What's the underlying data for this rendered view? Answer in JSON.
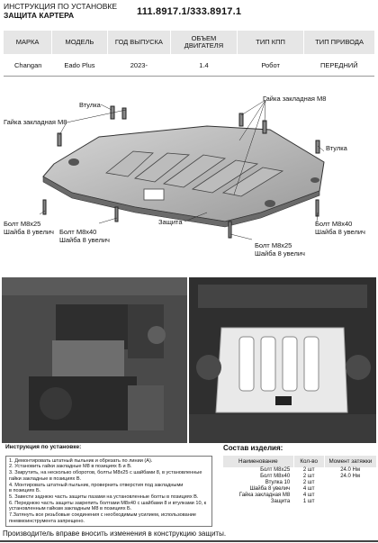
{
  "header": {
    "line1": "ИНСТРУКЦИЯ ПО УСТАНОВКЕ",
    "line2": "ЗАЩИТА КАРТЕРА",
    "code": "111.8917.1/333.8917.1"
  },
  "spec_table": {
    "headers": [
      "МАРКА",
      "МОДЕЛЬ",
      "ГОД ВЫПУСКА",
      "ОБЪЕМ ДВИГАТЕЛЯ",
      "ТИП КПП",
      "ТИП ПРИВОДА"
    ],
    "row": [
      "Changan",
      "Eado Plus",
      "2023-",
      "1.4",
      "Робот",
      "ПЕРЕДНИЙ"
    ]
  },
  "callouts": {
    "vtulka_left": "Втулка",
    "gaika_left": "Гайка закладная М8",
    "gaika_top": "Гайка закладная М8",
    "vtulka_right": "Втулка",
    "bolt_left_1": "Болт М8х25",
    "bolt_left_2": "Шайба 8 увелич",
    "bolt_mid_1": "Болт М8х40",
    "bolt_mid_2": "Шайба 8 увелич",
    "zashchita": "Защита",
    "bolt_right_1": "Болт М8х40",
    "bolt_right_2": "Шайба 8 увелич",
    "bolt_low_1": "Болт М8х25",
    "bolt_low_2": "Шайба 8 увелич"
  },
  "instructions": {
    "title": "Инструкция по установке:",
    "steps": [
      "1. Демонтировать штатный пыльник и обрезать по линии (А).",
      "2. Установить гайки закладные М8 в позициях Б и В.",
      "3. Закрутить, на несколько оборотов, болты М8х25 с шайбами 8, в установленные",
      "гайки закладные в позициях В.",
      "4. Монтировать штатный пыльник, провернить отверстия под закладными",
      "в позициях Б.",
      "5. Завести заднюю часть защиты пазами на установленные болты в позициях В.",
      "6. Переднюю часть защиты закрепить болтами М8х40 с шайбами 8 и втулками 10, к",
      "установленным гайкам закладным М8 в позициях Б.",
      "7.Затянуть все резьбовые соединения с необходимым усилием, использование",
      "пневмоинструмента запрещено."
    ]
  },
  "composition": {
    "title": "Состав изделия:",
    "headers": [
      "Наименование",
      "Кол-во",
      "Момент затяжки"
    ],
    "rows": [
      {
        "name": "Болт М8х25",
        "qty": "2 шт",
        "torque": "24.0 Нм"
      },
      {
        "name": "Болт М8х40",
        "qty": "2 шт",
        "torque": "24.0 Нм"
      },
      {
        "name": "Втулка 10",
        "qty": "2 шт",
        "torque": ""
      },
      {
        "name": "Шайба 8 увелич",
        "qty": "4 шт",
        "torque": ""
      },
      {
        "name": "Гайка закладная М8",
        "qty": "4 шт",
        "torque": ""
      },
      {
        "name": "Защита",
        "qty": "1 шт",
        "torque": ""
      }
    ]
  },
  "footer": "Производитель вправе вносить изменения в конструкцию защиты."
}
